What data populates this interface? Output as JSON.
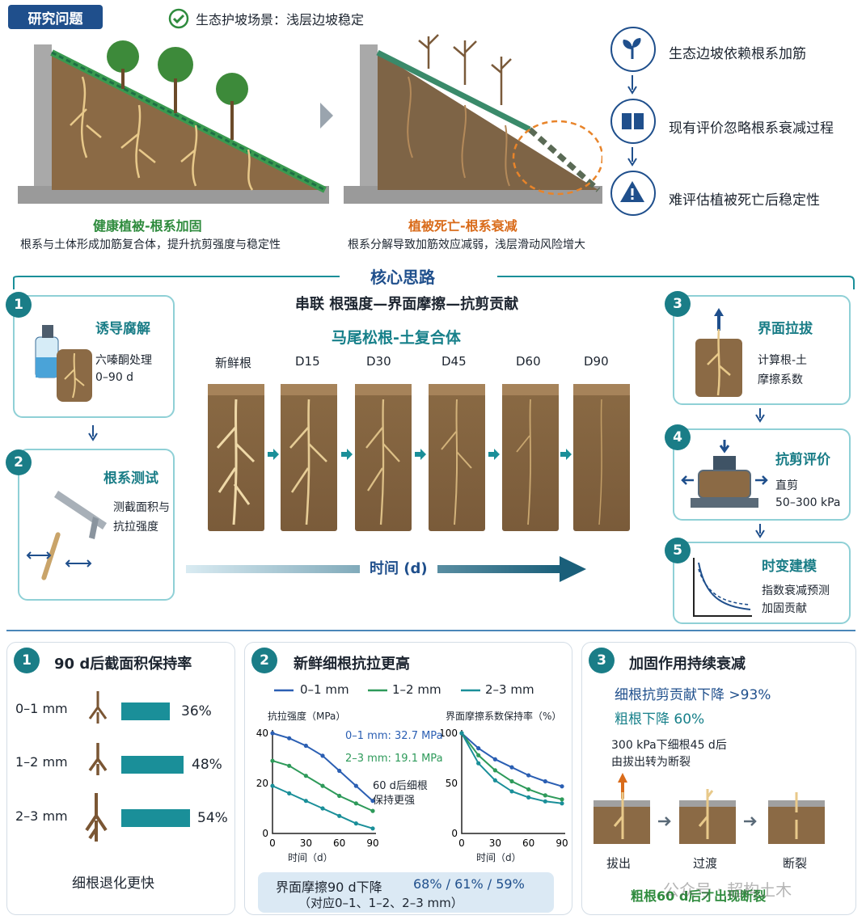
{
  "research_tag": "研究问题",
  "scene_title": "生态护坡场景：浅层边坡稳定",
  "slope_healthy": {
    "title": "健康植被-根系加固",
    "desc": "根系与土体形成加筋复合体，提升抗剪强度与稳定性"
  },
  "slope_dead": {
    "title": "植被死亡-根系衰减",
    "desc": "根系分解导致加筋效应减弱，浅层滑动风险增大"
  },
  "problems": [
    {
      "icon": "sprout-icon",
      "text": "生态边坡依赖根系加筋"
    },
    {
      "icon": "book-icon",
      "text": "现有评价忽略根系衰减过程"
    },
    {
      "icon": "warning-icon",
      "text": "难评估植被死亡后稳定性"
    }
  ],
  "core": {
    "title": "核心思路",
    "subtitle": "串联 根强度—界面摩擦—抗剪贡献",
    "composite_title": "马尾松根-土复合体",
    "time_label": "时间 (d)"
  },
  "columns": [
    "新鲜根",
    "D15",
    "D30",
    "D45",
    "D60",
    "D90"
  ],
  "steps": [
    {
      "num": "1",
      "title": "诱导腐解",
      "lines": [
        "六嗪酮处理",
        "0–90 d"
      ]
    },
    {
      "num": "2",
      "title": "根系测试",
      "lines": [
        "测截面积与",
        "抗拉强度"
      ]
    },
    {
      "num": "3",
      "title": "界面拉拔",
      "lines": [
        "计算根-土",
        "摩擦系数"
      ]
    },
    {
      "num": "4",
      "title": "抗剪评价",
      "lines": [
        "直剪",
        "50–300 kPa"
      ]
    },
    {
      "num": "5",
      "title": "时变建模",
      "lines": [
        "指数衰减预测",
        "加固贡献"
      ]
    }
  ],
  "finding1": {
    "num": "1",
    "title": "90 d后截面积保持率",
    "rows": [
      {
        "label": "0–1 mm",
        "value": "36%",
        "ratio": 0.36
      },
      {
        "label": "1–2 mm",
        "value": "48%",
        "ratio": 0.48
      },
      {
        "label": "2–3 mm",
        "value": "54%",
        "ratio": 0.54
      }
    ],
    "note": "细根退化更快"
  },
  "finding2": {
    "num": "2",
    "title": "新鲜细根抗拉更高",
    "legend": [
      "0–1 mm",
      "1–2 mm",
      "2–3 mm"
    ],
    "ann1": "0–1 mm: 32.7 MPa",
    "ann2": "2–3 mm: 19.1 MPa",
    "ann3a": "60 d后细根",
    "ann3b": "保持更强",
    "bottom1": "界面摩擦90 d下降",
    "bottom_vals": "68% / 61% / 59%",
    "bottom2": "（对应0–1、1–2、2–3 mm）"
  },
  "finding3": {
    "num": "3",
    "title": "加固作用持续衰减",
    "line1": "细根抗剪贡献下降 >93%",
    "line2": "粗根下降 60%",
    "note1": "300 kPa下细根45 d后",
    "note2": "由拔出转为断裂",
    "stages": [
      "拔出",
      "过渡",
      "断裂"
    ],
    "bottom": "粗根60 d后才出现断裂",
    "watermark": "公众号 · 超构土木"
  },
  "colors": {
    "navy": "#1f4f8c",
    "teal": "#1a8f99",
    "green": "#2e8b3d",
    "orange": "#d96b1a",
    "s1": "#2b5fb3",
    "s2": "#2e9a5a",
    "s3": "#1a8f99"
  },
  "chart_data": [
    {
      "type": "line",
      "title": "",
      "ylabel": "抗拉强度（MPa）",
      "xlabel": "时间（d）",
      "x": [
        0,
        15,
        30,
        45,
        60,
        75,
        90
      ],
      "ylim": [
        0,
        40
      ],
      "xticks": [
        0,
        30,
        60,
        90
      ],
      "yticks": [
        0,
        20,
        40
      ],
      "series": [
        {
          "name": "0–1 mm",
          "values": [
            40,
            38,
            35,
            31,
            25,
            19,
            13
          ]
        },
        {
          "name": "1–2 mm",
          "values": [
            29,
            27,
            23,
            19,
            15,
            12,
            9
          ]
        },
        {
          "name": "2–3 mm",
          "values": [
            19,
            16,
            13,
            10,
            7,
            4,
            2
          ]
        }
      ]
    },
    {
      "type": "line",
      "title": "",
      "ylabel": "界面摩擦系数保持率（%）",
      "xlabel": "时间（d）",
      "x": [
        0,
        15,
        30,
        45,
        60,
        75,
        90
      ],
      "ylim": [
        0,
        100
      ],
      "xticks": [
        0,
        30,
        60,
        90
      ],
      "yticks": [
        0,
        50,
        100
      ],
      "series": [
        {
          "name": "0–1 mm",
          "values": [
            100,
            85,
            74,
            66,
            58,
            52,
            47
          ]
        },
        {
          "name": "1–2 mm",
          "values": [
            100,
            78,
            63,
            52,
            44,
            38,
            34
          ]
        },
        {
          "name": "2–3 mm",
          "values": [
            100,
            70,
            53,
            42,
            36,
            32,
            30
          ]
        }
      ]
    }
  ]
}
